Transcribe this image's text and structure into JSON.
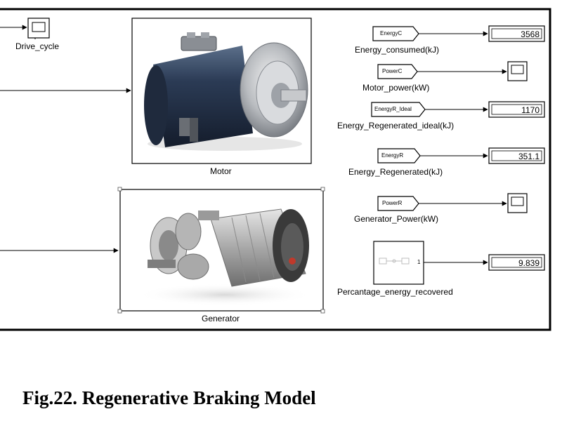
{
  "drive_cycle": {
    "label": "Drive_cycle"
  },
  "motor": {
    "label": "Motor"
  },
  "generator": {
    "label": "Generator"
  },
  "signals": [
    {
      "tag": "EnergyC",
      "label": "Energy_consumed(kJ)",
      "sink": "display",
      "value": "3568"
    },
    {
      "tag": "PowerC",
      "label": "Motor_power(kW)",
      "sink": "scope"
    },
    {
      "tag": "EnergyR_Ideal",
      "label": "Energy_Regenerated_ideal(kJ)",
      "sink": "display",
      "value": "1170"
    },
    {
      "tag": "EnergyR",
      "label": "Energy_Regenerated(kJ)",
      "sink": "display",
      "value": "351.1"
    },
    {
      "tag": "PowerR",
      "label": "Generator_Power(kW)",
      "sink": "scope"
    }
  ],
  "subsystem": {
    "label": "Percantage_energy_recovered",
    "port": "1",
    "value": "9.839"
  },
  "caption": "Fig.22. Regenerative Braking Model"
}
